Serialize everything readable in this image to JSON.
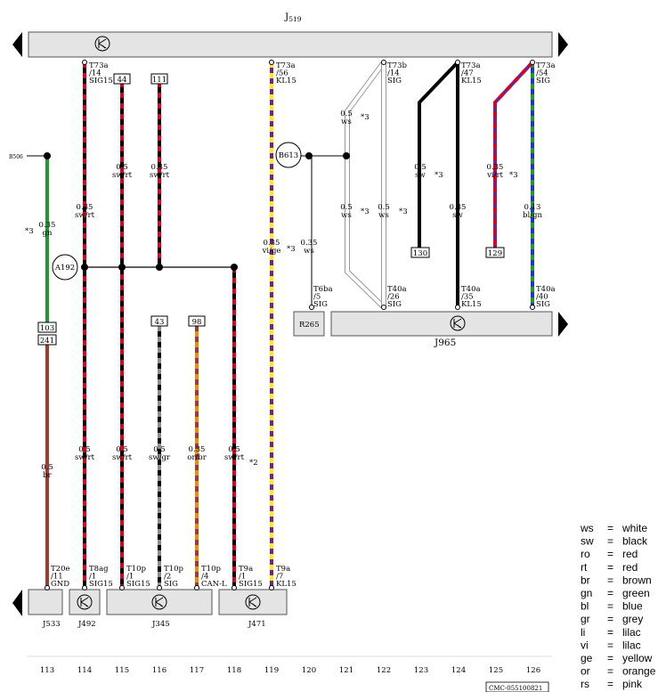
{
  "top_bar": {
    "label": "J",
    "label_sub": "519"
  },
  "bottom_modules": {
    "J533": "J533",
    "J492": "J492",
    "J345": "J345",
    "J471": "J471"
  },
  "right_bar": {
    "label": "J965",
    "r265": "R265"
  },
  "nodes": {
    "a192": "A192",
    "b613": "B613",
    "b506": "B506"
  },
  "connector_boxes": {
    "c44": "44",
    "c111": "111",
    "c43": "43",
    "c98": "98",
    "c103": "103",
    "c241": "241",
    "c130": "130",
    "c129": "129"
  },
  "wires": {
    "w113_top": [
      "0.35",
      "gn"
    ],
    "w113_bot": [
      "0.5",
      "br"
    ],
    "w114_top": [
      "0.35",
      "sw/rt"
    ],
    "w114_bot": [
      "0.5",
      "sw/rt"
    ],
    "w115_top": [
      "0.5",
      "sw/rt"
    ],
    "w115_bot": [
      "0.5",
      "sw/rt"
    ],
    "w116_top": [
      "0.35",
      "sw/rt"
    ],
    "w116_bot": [
      "0.5",
      "sw/gr"
    ],
    "w117_bot": [
      "0.35",
      "or/br"
    ],
    "w118_bot": [
      "0.5",
      "sw/rt"
    ],
    "w119": [
      "0.35",
      "vi/ge"
    ],
    "w120": [
      "0.35",
      "ws"
    ],
    "w121_a": [
      "0.5",
      "ws"
    ],
    "w121_b": [
      "0.5",
      "ws"
    ],
    "w122": [
      "0.5",
      "ws"
    ],
    "w123": [
      "0.5",
      "sw"
    ],
    "w124": [
      "0.35",
      "sw"
    ],
    "w125": [
      "0.35",
      "vi/rt"
    ],
    "w126": [
      "0.13",
      "bl/gn"
    ]
  },
  "notes": {
    "n3": "*3",
    "n2": "*2"
  },
  "pins_top": {
    "p114": [
      "T73a",
      "/14",
      "SIG15"
    ],
    "p119": [
      "T73a",
      "/56",
      "KL15"
    ],
    "p122": [
      "T73b",
      "/14",
      "SIG"
    ],
    "p124": [
      "T73a",
      "/47",
      "KL15"
    ],
    "p126": [
      "T73a",
      "/54",
      "SIG"
    ]
  },
  "pins_right": {
    "p120": [
      "T6ba",
      "/5",
      "SIG"
    ],
    "p122": [
      "T40a",
      "/26",
      "SIG"
    ],
    "p124": [
      "T40a",
      "/35",
      "KL15"
    ],
    "p126": [
      "T40a",
      "/40",
      "SIG"
    ]
  },
  "pins_bottom": {
    "p113": [
      "T20e",
      "/11",
      "GND"
    ],
    "p114": [
      "T8ag",
      "/1",
      "SIG15"
    ],
    "p115": [
      "T10p",
      "/1",
      "SIG15"
    ],
    "p116": [
      "T10p",
      "/2",
      "SIG"
    ],
    "p117": [
      "T10p",
      "/4",
      "CAN-L"
    ],
    "p118": [
      "T9a",
      "/1",
      "SIG15"
    ],
    "p119": [
      "T9a",
      "/7",
      "KL15"
    ]
  },
  "track_numbers": [
    "113",
    "114",
    "115",
    "116",
    "117",
    "118",
    "119",
    "120",
    "121",
    "122",
    "123",
    "124",
    "125",
    "126"
  ],
  "legend": [
    [
      "ws",
      "=",
      "white"
    ],
    [
      "sw",
      "=",
      "black"
    ],
    [
      "ro",
      "=",
      "red"
    ],
    [
      "rt",
      "=",
      "red"
    ],
    [
      "br",
      "=",
      "brown"
    ],
    [
      "gn",
      "=",
      "green"
    ],
    [
      "bl",
      "=",
      "blue"
    ],
    [
      "gr",
      "=",
      "grey"
    ],
    [
      "li",
      "=",
      "lilac"
    ],
    [
      "vi",
      "=",
      "lilac"
    ],
    [
      "ge",
      "=",
      "yellow"
    ],
    [
      "or",
      "=",
      "orange"
    ],
    [
      "rs",
      "=",
      "pink"
    ]
  ],
  "footer_code": "CMC-055100821",
  "colors": {
    "black": "#000000",
    "red": "#e0001b",
    "green": "#1f9a2a",
    "brown": "#a23a32",
    "grey": "#8c8c8c",
    "orange": "#f08c00",
    "lilac": "#7a1e88",
    "yellow": "#f7ec1b",
    "blue": "#2233cc",
    "white_wire": "#d8d8d8",
    "bar_fill": "#e4e4e4"
  }
}
